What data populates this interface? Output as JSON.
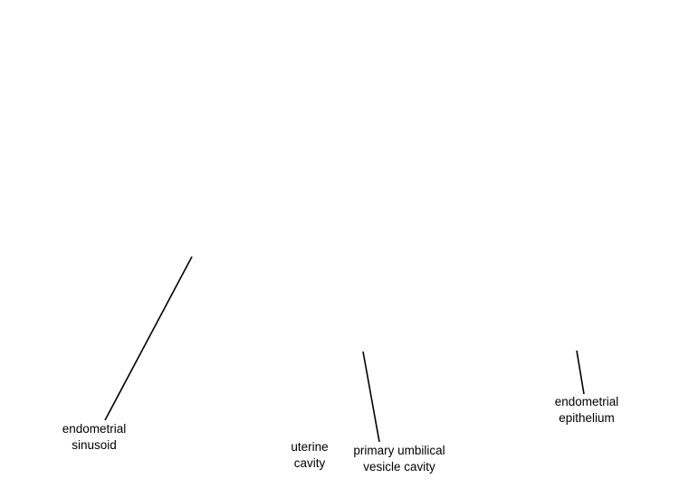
{
  "labels": {
    "endometrial_sinusoid": [
      "endometrial",
      "sinusoid"
    ],
    "uterine_cavity": [
      "uterine",
      "cavity"
    ],
    "primary_umbilical_vesicle_cavity": [
      "primary umbilical",
      "vesicle cavity"
    ],
    "endometrial_epithelium": [
      "endometrial",
      "epithelium"
    ]
  },
  "colors": {
    "line": "#000000",
    "text": "#000000",
    "background": "#ffffff"
  }
}
